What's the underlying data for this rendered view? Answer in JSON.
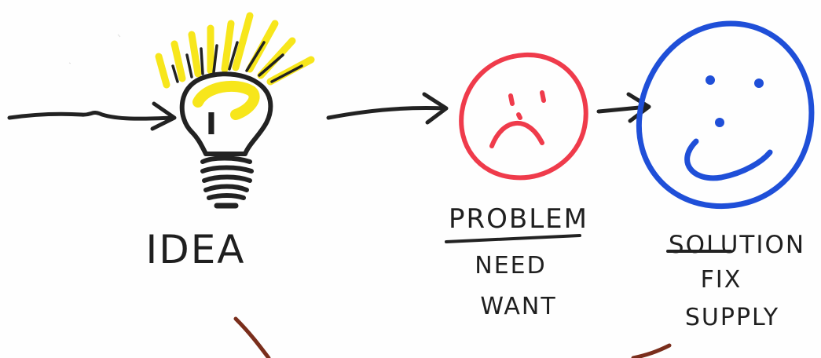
{
  "diagram": {
    "idea_label": "IDEA",
    "bulb_letter": "I",
    "problem": {
      "title": "PROBLEM",
      "lines": [
        "NEED",
        "WANT"
      ]
    },
    "solution": {
      "title": "SOLUTION",
      "lines": [
        "FIX",
        "SUPPLY"
      ]
    }
  },
  "colors": {
    "ink": "#222222",
    "glow": "#f7e61b",
    "sad_face": "#ef3b4b",
    "happy_face": "#1f4fd8",
    "brown_line": "#7a2e1c"
  },
  "icons": {
    "bulb": "lightbulb-icon",
    "sad": "sad-face-icon",
    "happy": "happy-face-icon"
  }
}
